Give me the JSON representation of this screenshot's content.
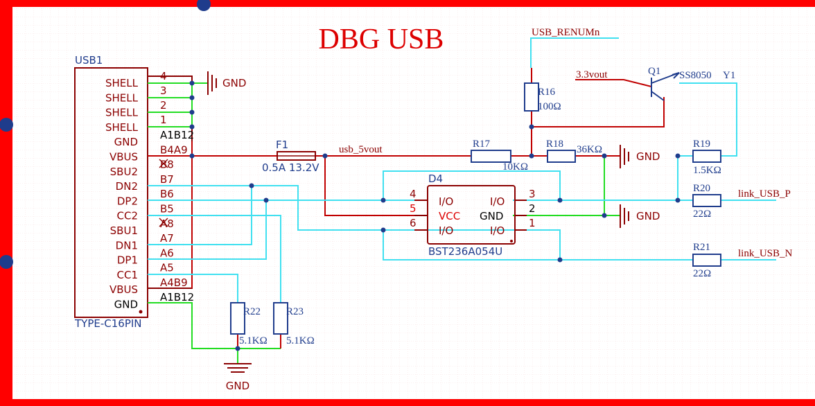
{
  "title": "DBG USB",
  "colors": {
    "frame": "#ff0000",
    "grid": "#f2c4c4",
    "wire": "#c00000",
    "net_cyan": "#40e0f0",
    "net_green": "#22dd22",
    "component_text": "#1f3c8c",
    "pin_text": "#8b0000",
    "component_outline": "#8b0000",
    "resistor": "#1f3c8c",
    "junction": "#1f3c8c",
    "title": "#dd0000"
  },
  "usb": {
    "ref": "USB1",
    "type": "TYPE-C16PIN",
    "pins_left": [
      "SHELL",
      "SHELL",
      "SHELL",
      "SHELL",
      "GND",
      "VBUS",
      "SBU2",
      "DN2",
      "DP2",
      "CC2",
      "SBU1",
      "DN1",
      "DP1",
      "CC1",
      "VBUS",
      "GND"
    ],
    "pins_right": [
      "",
      "",
      "",
      "",
      "A1B12",
      "B4A9",
      "B8",
      "B7",
      "B6",
      "B5",
      "A8",
      "A7",
      "A6",
      "A5",
      "A4B9",
      "A1B12"
    ],
    "shell_pin_numbers": [
      "4",
      "3",
      "2",
      "1"
    ]
  },
  "components": {
    "f1": {
      "ref": "F1",
      "value": "0.5A 13.2V"
    },
    "r16": {
      "ref": "R16",
      "value": "100Ω"
    },
    "r17": {
      "ref": "R17",
      "value": "10KΩ"
    },
    "r18": {
      "ref": "R18",
      "value": "36KΩ"
    },
    "r19": {
      "ref": "R19",
      "value": "1.5KΩ"
    },
    "r20": {
      "ref": "R20",
      "value": "22Ω"
    },
    "r21": {
      "ref": "R21",
      "value": "22Ω"
    },
    "r22": {
      "ref": "R22",
      "value": "5.1KΩ"
    },
    "r23": {
      "ref": "R23",
      "value": "5.1KΩ"
    },
    "q1": {
      "ref": "Q1",
      "part": "SS8050",
      "extra": "Y1"
    },
    "d4": {
      "ref": "D4",
      "part": "BST236A054U",
      "left_pins": [
        {
          "num": "4",
          "name": "I/O"
        },
        {
          "num": "5",
          "name": "VCC"
        },
        {
          "num": "6",
          "name": "I/O"
        }
      ],
      "right_pins": [
        {
          "num": "3",
          "name": "I/O"
        },
        {
          "num": "2",
          "name": "GND"
        },
        {
          "num": "1",
          "name": "I/O"
        }
      ]
    }
  },
  "nets": {
    "usb_renum": "USB_RENUMn",
    "v33": "3.3vout",
    "usb_5v": "usb_5vout",
    "gnd": "GND",
    "link_p": "link_USB_P",
    "link_n": "link_USB_N"
  }
}
